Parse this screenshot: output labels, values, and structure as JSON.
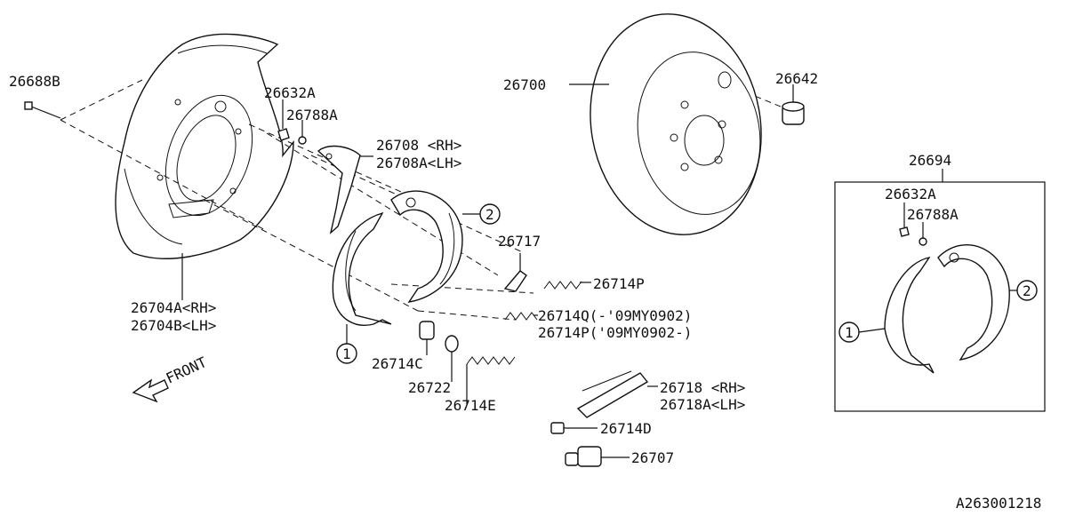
{
  "labels": {
    "p26688B": "26688B",
    "p26632A": "26632A",
    "p26788A": "26788A",
    "p26708rh": "26708 <RH>",
    "p26708lh": "26708A<LH>",
    "p26717": "26717",
    "p26714P": "26714P",
    "p26714Q1": "26714Q(-'09MY0902)",
    "p26714Q2": "26714P('09MY0902-)",
    "p26714C": "26714C",
    "p26722": "26722",
    "p26714E": "26714E",
    "p26704rh": "26704A<RH>",
    "p26704lh": "26704B<LH>",
    "p26700": "26700",
    "p26642": "26642",
    "p26694": "26694",
    "p26632A_b": "26632A",
    "p26788A_b": "26788A",
    "p26718rh": "26718 <RH>",
    "p26718lh": "26718A<LH>",
    "p26714D": "26714D",
    "p26707": "26707",
    "front": "FRONT",
    "callout1": "1",
    "callout2": "2",
    "callout1b": "1",
    "callout2b": "2",
    "drawing_no": "A263001218"
  }
}
